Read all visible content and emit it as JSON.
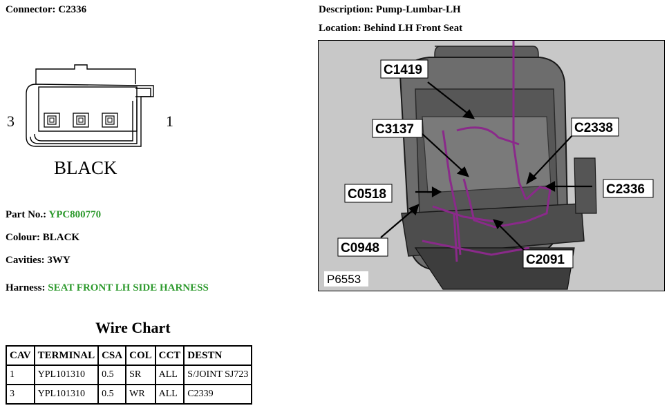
{
  "header": {
    "connector_label": "Connector:",
    "connector_value": "C2336",
    "description_label": "Description:",
    "description_value": "Pump-Lumbar-LH",
    "location_label": "Location:",
    "location_value": "Behind LH Front Seat"
  },
  "diagram": {
    "pin_left": "3",
    "pin_right": "1",
    "color_label": "BLACK"
  },
  "info": {
    "part_label": "Part No.:",
    "part_value": "YPC800770",
    "colour_label": "Colour:",
    "colour_value": "BLACK",
    "cavities_label": "Cavities:",
    "cavities_value": "3WY",
    "harness_label": "Harness:",
    "harness_value": "SEAT FRONT LH SIDE HARNESS"
  },
  "wire_chart": {
    "title": "Wire Chart",
    "headers": [
      "CAV",
      "TERMINAL",
      "CSA",
      "COL",
      "CCT",
      "DESTN"
    ],
    "rows": [
      [
        "1",
        "YPL101310",
        "0.5",
        "SR",
        "ALL",
        "S/JOINT SJ723"
      ],
      [
        "3",
        "YPL101310",
        "0.5",
        "WR",
        "ALL",
        "C2339"
      ]
    ]
  },
  "photo": {
    "ref": "P6553",
    "callouts": [
      "C1419",
      "C3137",
      "C2338",
      "C0518",
      "C2336",
      "C0948",
      "C2091"
    ]
  },
  "colors": {
    "green_text": "#2e9a2e",
    "harness_purple": "#8a2a8a"
  }
}
